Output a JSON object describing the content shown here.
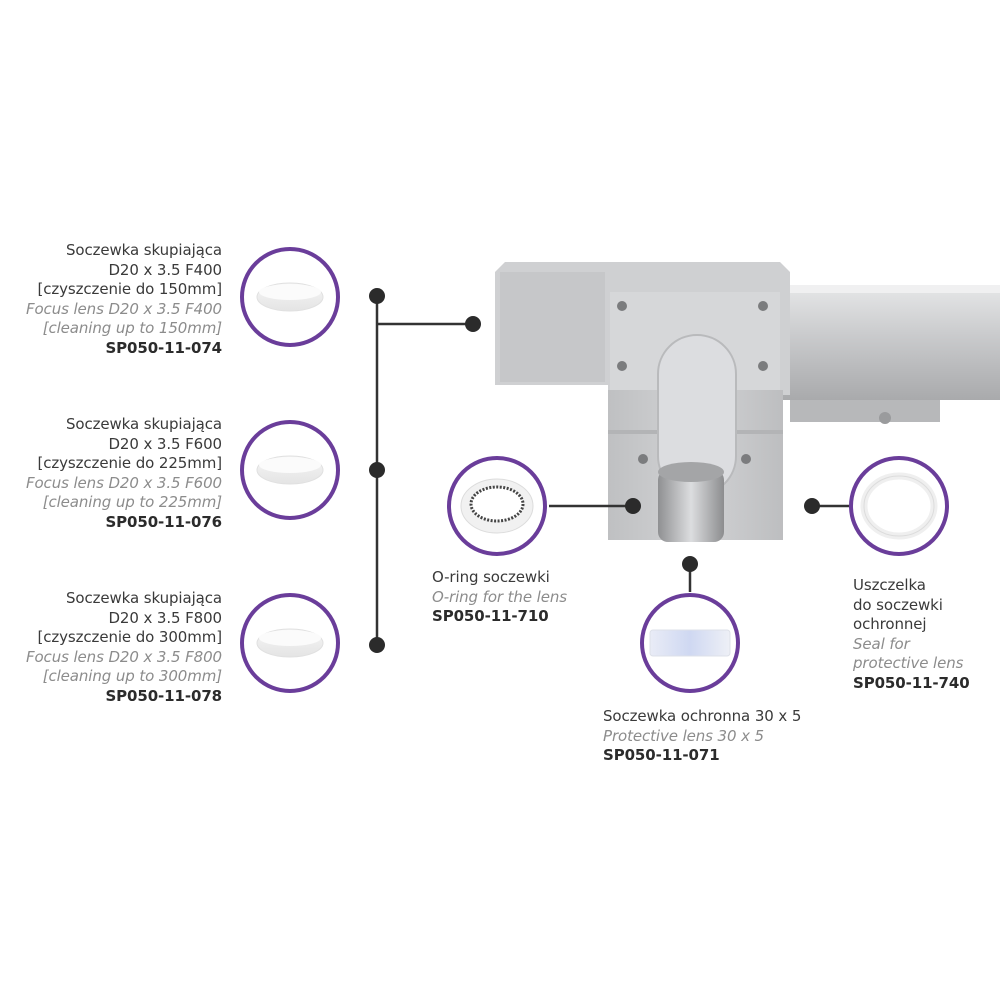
{
  "colors": {
    "ring": "#6a3d9a",
    "connector": "#333333",
    "metal": "#c4c5c7",
    "metal_dark": "#a7a8aa",
    "metal_light": "#dedfe0"
  },
  "parts": {
    "focus_f400": {
      "pl_line1": "Soczewka skupiająca",
      "pl_line2": "D20 x 3.5 F400",
      "pl_line3": "[czyszczenie do 150mm]",
      "en_line1": "Focus lens D20 x 3.5 F400",
      "en_line2": "[cleaning up to 150mm]",
      "code": "SP050-11-074"
    },
    "focus_f600": {
      "pl_line1": "Soczewka skupiająca",
      "pl_line2": "D20 x 3.5 F600",
      "pl_line3": "[czyszczenie do 225mm]",
      "en_line1": "Focus lens D20 x 3.5 F600",
      "en_line2": "[cleaning up to 225mm]",
      "code": "SP050-11-076"
    },
    "focus_f800": {
      "pl_line1": "Soczewka skupiająca",
      "pl_line2": "D20 x 3.5 F800",
      "pl_line3": "[czyszczenie do 300mm]",
      "en_line1": "Focus lens D20 x 3.5 F800",
      "en_line2": "[cleaning up to 300mm]",
      "code": "SP050-11-078"
    },
    "oring": {
      "pl_line1": "O-ring soczewki",
      "en_line1": "O-ring for the lens",
      "code": "SP050-11-710"
    },
    "protective": {
      "pl_line1": "Soczewka ochronna 30 x 5",
      "en_line1": "Protective lens 30 x 5",
      "code": "SP050-11-071"
    },
    "seal": {
      "pl_line1": "Uszczelka",
      "pl_line2": "do soczewki",
      "pl_line3": "ochronnej",
      "en_line1": "Seal for",
      "en_line2": "protective lens",
      "code": "SP050-11-740"
    }
  }
}
